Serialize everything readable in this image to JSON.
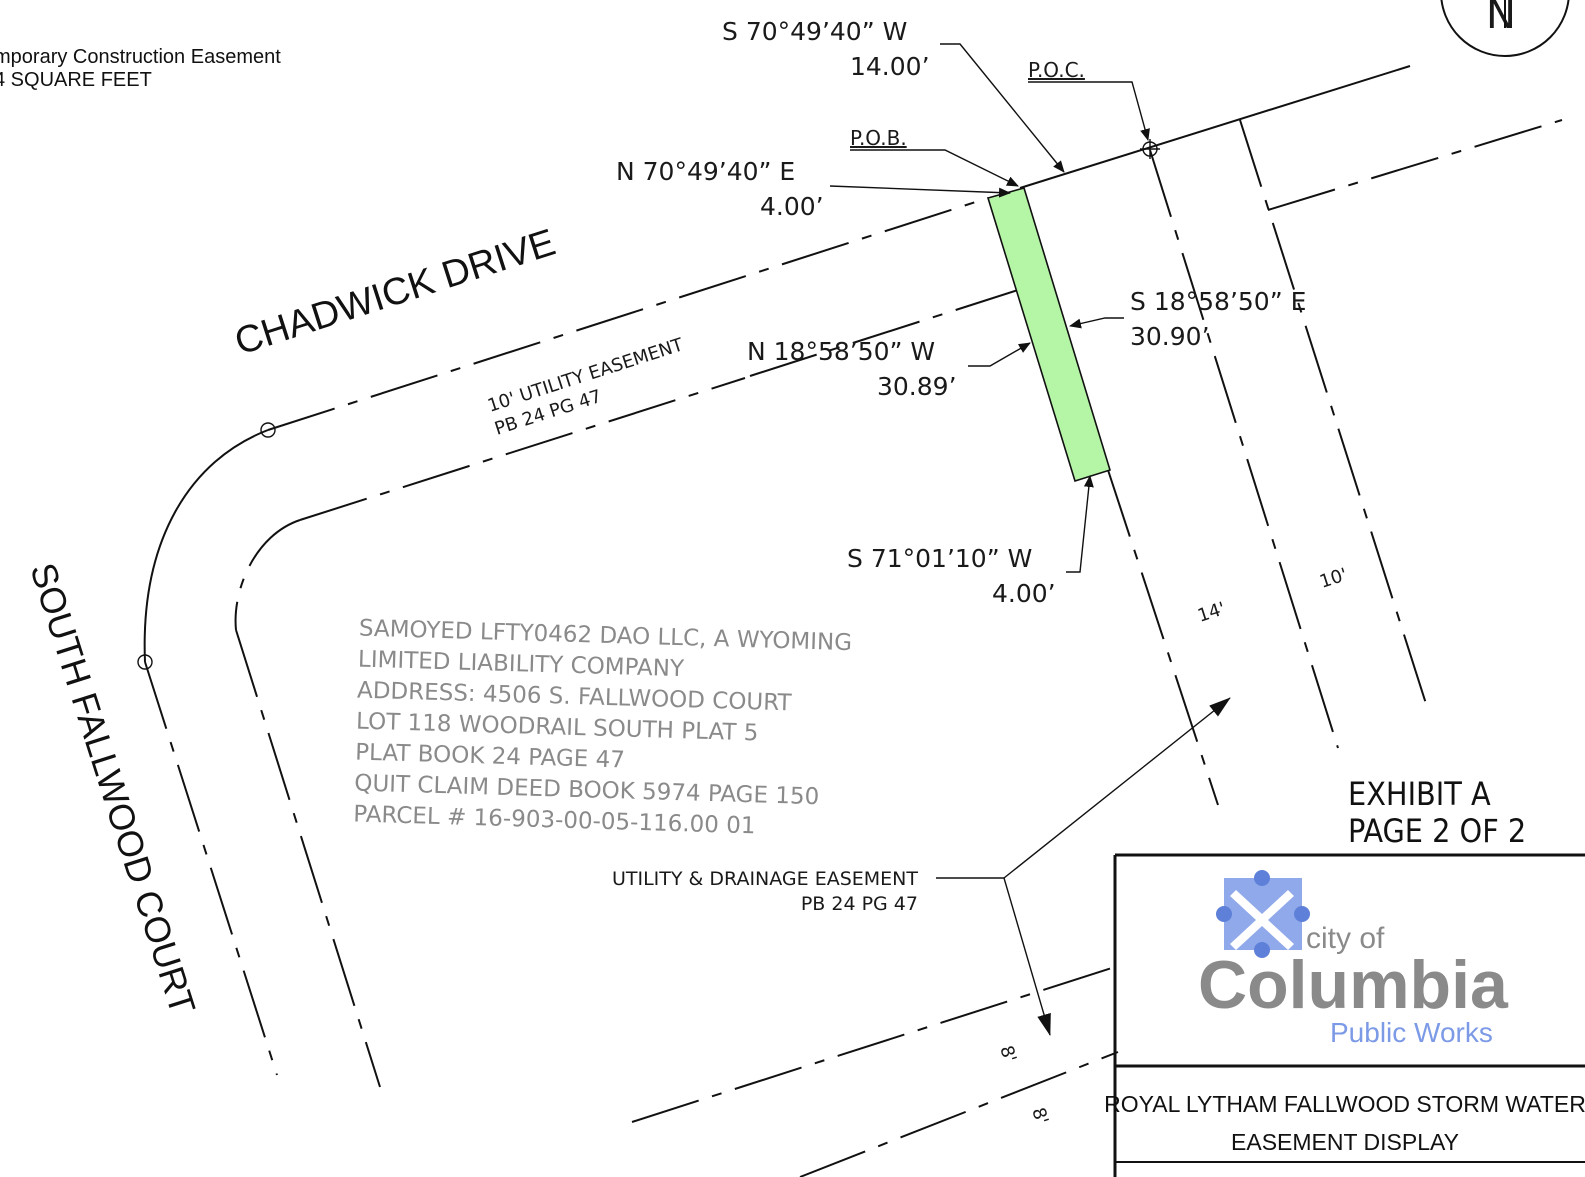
{
  "legend": {
    "line1": "mporary  Construction  Easement",
    "line2": "4  SQUARE  FEET"
  },
  "north_arrow": {
    "letter": "N"
  },
  "roads": {
    "chadwick": "CHADWICK DRIVE",
    "fallwood": "SOUTH FALLWOOD COURT"
  },
  "points": {
    "poc": "P.O.C.",
    "pob": "P.O.B."
  },
  "calls": {
    "c1_bearing": "S  70°49’40”  W",
    "c1_distance": "14.00’",
    "c2_bearing": "N  70°49’40”  E",
    "c2_distance": "4.00’",
    "c3_bearing": "S  18°58’50”  E",
    "c3_distance": "30.90’",
    "c4_bearing": "N  18°58’50”  W",
    "c4_distance": "30.89’",
    "c5_bearing": "S  71°01’10”  W",
    "c5_distance": "4.00’"
  },
  "easements": {
    "utility_line1": "10' UTILITY EASEMENT",
    "utility_line2": "PB 24 PG 47",
    "drainage_line1": "UTILITY & DRAINAGE EASEMENT",
    "drainage_line2": "PB 24 PG 47"
  },
  "widths": {
    "w14": "14'",
    "w10": "10'",
    "w8a": "8'",
    "w8b": "8'"
  },
  "owner": {
    "line1": "SAMOYED  LFTY0462  DAO  LLC,  A  WYOMING",
    "line2": "LIMITED  LIABILITY  COMPANY",
    "line3": "ADDRESS:  4506  S.  FALLWOOD  COURT",
    "line4": "LOT  118  WOODRAIL  SOUTH  PLAT  5",
    "line5": "PLAT  BOOK  24  PAGE  47",
    "line6": "QUIT  CLAIM  DEED  BOOK  5974  PAGE  150",
    "line7": "PARCEL  #  16-903-00-05-116.00  01"
  },
  "exhibit": {
    "line1": "EXHIBIT  A",
    "line2": "PAGE  2  OF  2"
  },
  "title_block": {
    "logo_small": "city of",
    "logo_big": "Columbia",
    "logo_dept": "Public Works",
    "project": "ROYAL LYTHAM FALLWOOD STORM WATER",
    "sheet": "EASEMENT DISPLAY"
  },
  "colors": {
    "easement_fill": "#b5f5a6",
    "logo_blue": "#7c9ae6",
    "logo_gray": "#8a8a8a",
    "owner_gray": "#8a8a8a"
  }
}
